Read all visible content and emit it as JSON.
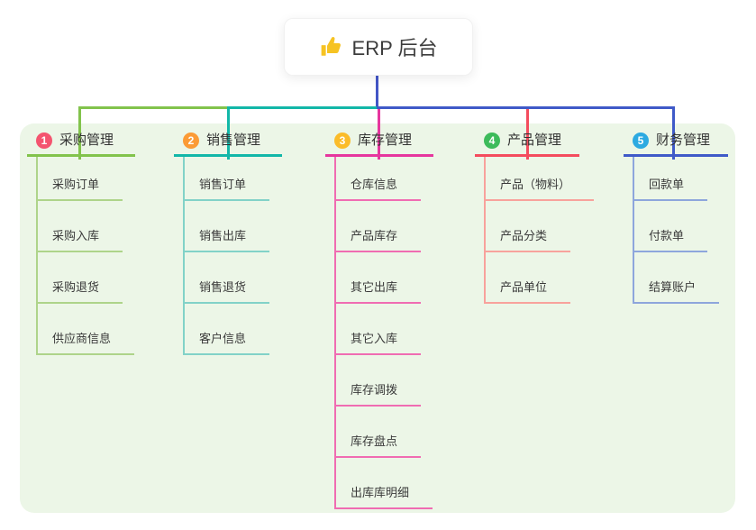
{
  "root": {
    "label": "ERP 后台",
    "icon": "thumbs-up-icon"
  },
  "canvas": {
    "panel_color": "#ecf6e7",
    "root_line_color": "#4356c6",
    "thumb_color": "#f6c323"
  },
  "branches": [
    {
      "badge": "1",
      "label": "采购管理",
      "badge_color": "#f4546f",
      "line_color": "#82c34c",
      "light_color": "#aed48a",
      "children": [
        "采购订单",
        "采购入库",
        "采购退货",
        "供应商信息"
      ]
    },
    {
      "badge": "2",
      "label": "销售管理",
      "badge_color": "#fb9b36",
      "line_color": "#12b7a8",
      "light_color": "#82d2c8",
      "children": [
        "销售订单",
        "销售出库",
        "销售退货",
        "客户信息"
      ]
    },
    {
      "badge": "3",
      "label": "库存管理",
      "badge_color": "#fbbc2a",
      "line_color": "#e6369e",
      "light_color": "#f06cb2",
      "children": [
        "仓库信息",
        "产品库存",
        "其它出库",
        "其它入库",
        "库存调拨",
        "库存盘点",
        "出库库明细"
      ]
    },
    {
      "badge": "4",
      "label": "产品管理",
      "badge_color": "#3dbb5b",
      "line_color": "#f44c5e",
      "light_color": "#f8a29c",
      "children": [
        "产品（物料）",
        "产品分类",
        "产品单位"
      ]
    },
    {
      "badge": "5",
      "label": "财务管理",
      "badge_color": "#2daae1",
      "line_color": "#3f5ac8",
      "light_color": "#8ea6dc",
      "children": [
        "回款单",
        "付款单",
        "结算账户"
      ]
    }
  ]
}
